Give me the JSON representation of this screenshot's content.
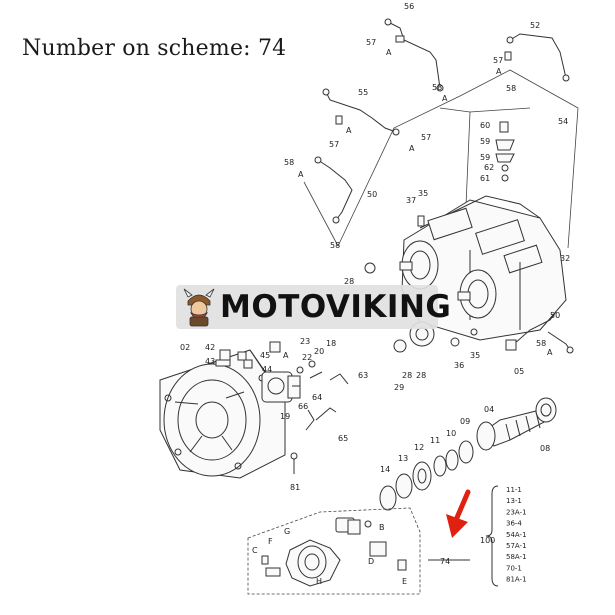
{
  "caption": "Number on scheme: 74",
  "brand": {
    "name": "MOTOVIKING"
  },
  "callouts": [
    {
      "text": "56"
    },
    {
      "text": "57"
    },
    {
      "text": "A"
    },
    {
      "text": "52"
    },
    {
      "text": "57"
    },
    {
      "text": "A"
    },
    {
      "text": "58"
    },
    {
      "text": "58"
    },
    {
      "text": "A"
    },
    {
      "text": "54"
    },
    {
      "text": "55"
    },
    {
      "text": "57"
    },
    {
      "text": "A"
    },
    {
      "text": "57"
    },
    {
      "text": "A"
    },
    {
      "text": "60"
    },
    {
      "text": "59"
    },
    {
      "text": "59"
    },
    {
      "text": "62"
    },
    {
      "text": "61"
    },
    {
      "text": "58"
    },
    {
      "text": "A"
    },
    {
      "text": "50"
    },
    {
      "text": "35"
    },
    {
      "text": "37"
    },
    {
      "text": "58"
    },
    {
      "text": "32"
    },
    {
      "text": "28"
    },
    {
      "text": "28"
    },
    {
      "text": "50"
    },
    {
      "text": "02"
    },
    {
      "text": "23"
    },
    {
      "text": "A"
    },
    {
      "text": "42"
    },
    {
      "text": "45"
    },
    {
      "text": "22"
    },
    {
      "text": "20"
    },
    {
      "text": "18"
    },
    {
      "text": "43"
    },
    {
      "text": "44"
    },
    {
      "text": "63"
    },
    {
      "text": "19"
    },
    {
      "text": "64"
    },
    {
      "text": "66"
    },
    {
      "text": "65"
    },
    {
      "text": "29"
    },
    {
      "text": "28"
    },
    {
      "text": "36"
    },
    {
      "text": "35"
    },
    {
      "text": "58"
    },
    {
      "text": "A"
    },
    {
      "text": "05"
    },
    {
      "text": "04"
    },
    {
      "text": "08"
    },
    {
      "text": "09"
    },
    {
      "text": "10"
    },
    {
      "text": "11"
    },
    {
      "text": "12"
    },
    {
      "text": "13"
    },
    {
      "text": "14"
    },
    {
      "text": "81"
    },
    {
      "text": "B"
    },
    {
      "text": "G"
    },
    {
      "text": "C"
    },
    {
      "text": "F"
    },
    {
      "text": "H"
    },
    {
      "text": "D"
    },
    {
      "text": "E"
    },
    {
      "text": "74"
    },
    {
      "text": "100"
    }
  ],
  "kit_list": [
    {
      "text": "11-1"
    },
    {
      "text": "13-1"
    },
    {
      "text": "23A-1"
    },
    {
      "text": "36-4"
    },
    {
      "text": "54A-1"
    },
    {
      "text": "57A-1"
    },
    {
      "text": "58A-1"
    },
    {
      "text": "70-1"
    },
    {
      "text": "81A-1"
    }
  ],
  "colors": {
    "highlight_arrow": "#e02010",
    "line": "#333333",
    "brand_bar": "#e1e1e1"
  }
}
